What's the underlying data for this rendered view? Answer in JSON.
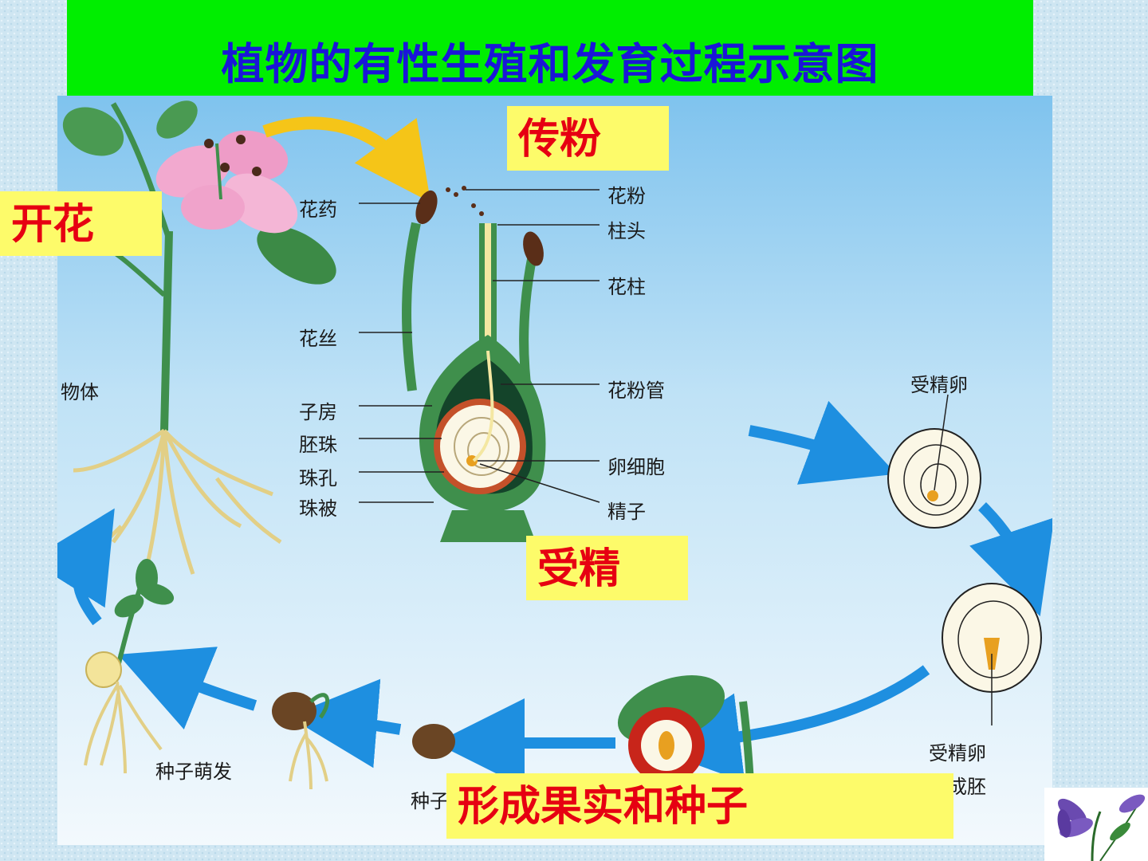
{
  "title": "植物的有性生殖和发育过程示意图",
  "stages": {
    "pollination": "传粉",
    "flowering": "开花",
    "fertilization": "受精",
    "fruit_seed": "形成果实和种子"
  },
  "labels": {
    "anther": "花药",
    "pollen": "花粉",
    "stigma": "柱头",
    "style": "花柱",
    "filament": "花丝",
    "pollen_tube": "花粉管",
    "ovary": "子房",
    "ovule": "胚珠",
    "egg_cell": "卵细胞",
    "micropyle": "珠孔",
    "integument": "珠被",
    "sperm": "精子",
    "plant_body": "物体",
    "zygote": "受精卵",
    "zygote_develops": "受精卵",
    "embryo": "育成胚",
    "germination": "种子萌发",
    "seed": "种子"
  },
  "colors": {
    "title_bg": "#00ee00",
    "title_text": "#1a16d8",
    "stage_bg": "#fdfb6a",
    "stage_text": "#e60012",
    "arrow": "#1e8fe0"
  }
}
